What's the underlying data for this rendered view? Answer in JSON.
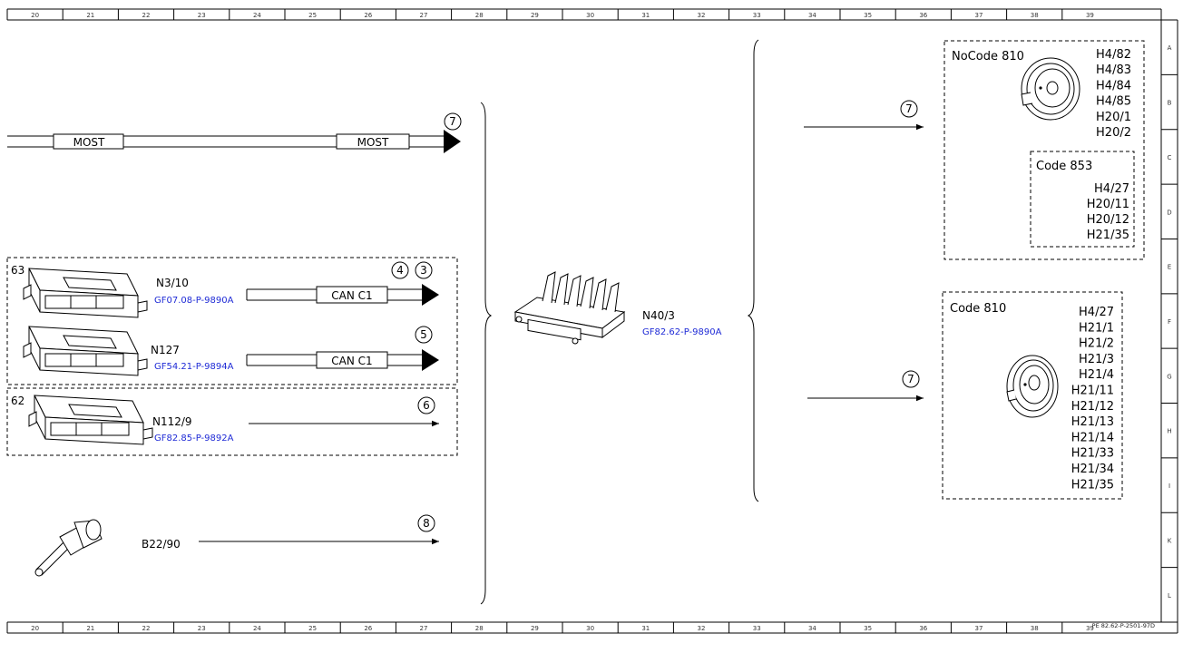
{
  "frame": {
    "columns": [
      "20",
      "21",
      "22",
      "23",
      "24",
      "25",
      "26",
      "27",
      "28",
      "29",
      "30",
      "31",
      "32",
      "33",
      "34",
      "35",
      "36",
      "37",
      "38",
      "39"
    ],
    "rows": [
      "A",
      "B",
      "C",
      "D",
      "E",
      "F",
      "G",
      "H",
      "I",
      "K",
      "L"
    ],
    "doc_ref": "PE 82.62-P-2501-97D"
  },
  "bus": {
    "most_label_1": "MOST",
    "most_label_2": "MOST",
    "most_marker": "7",
    "can_label_1": "CAN C1",
    "can_label_2": "CAN C1"
  },
  "groups": {
    "group_63": "63",
    "group_62": "62"
  },
  "components": {
    "n3_10": {
      "name": "N3/10",
      "link": "GF07.08-P-9890A",
      "markers": [
        "4",
        "3"
      ]
    },
    "n127": {
      "name": "N127",
      "link": "GF54.21-P-9894A",
      "marker": "5"
    },
    "n112_9": {
      "name": "N112/9",
      "link": "GF82.85-P-9892A",
      "marker": "6"
    },
    "b22_90": {
      "name": "B22/90",
      "marker": "8"
    },
    "n40_3": {
      "name": "N40/3",
      "link": "GF82.62-P-9890A"
    }
  },
  "outputs": {
    "marker_top": "7",
    "marker_bottom": "7",
    "nocode_810": {
      "title": "NoCode 810",
      "items": [
        "H4/82",
        "H4/83",
        "H4/84",
        "H4/85",
        "H20/1",
        "H20/2"
      ]
    },
    "code_853": {
      "title": "Code 853",
      "items": [
        "H4/27",
        "H20/11",
        "H20/12",
        "H21/35"
      ]
    },
    "code_810": {
      "title": "Code 810",
      "items": [
        "H4/27",
        "H21/1",
        "H21/2",
        "H21/3",
        "H21/4",
        "H21/11",
        "H21/12",
        "H21/13",
        "H21/14",
        "H21/33",
        "H21/34",
        "H21/35"
      ]
    }
  }
}
